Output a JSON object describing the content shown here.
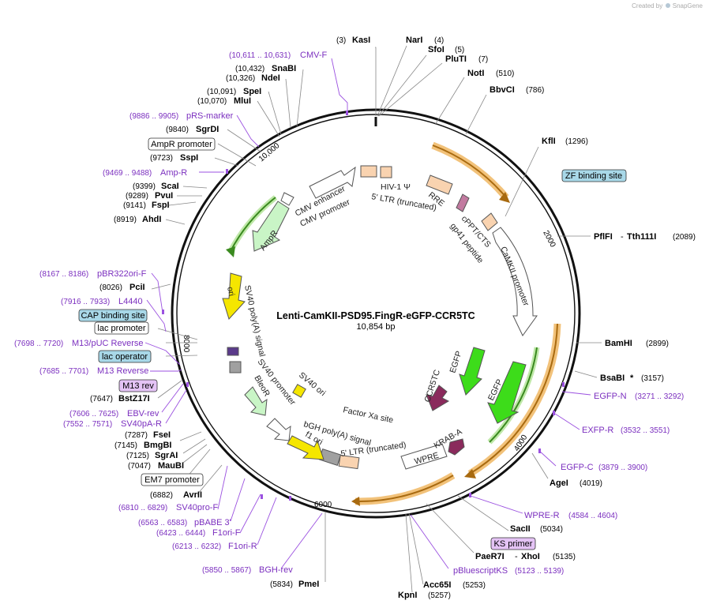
{
  "watermark": {
    "prefix": "Created by",
    "brand": "SnapGene"
  },
  "plasmid": {
    "name": "Lenti-CamKII-PSD95.FingR-eGFP-CCR5TC",
    "size": "10,854 bp"
  },
  "ticks": [
    "2000",
    "4000",
    "6000",
    "8000",
    "10,000"
  ],
  "boxed_labels": {
    "zf_binding": "ZF binding site",
    "cap_binding": "CAP binding site",
    "lac_operator": "lac operator",
    "m13_rev": "M13 rev",
    "ks_primer": "KS primer",
    "ampr_promoter": "AmpR promoter",
    "lac_promoter": "lac promoter",
    "em7_promoter": "EM7 promoter"
  },
  "sites": {
    "kasi": {
      "pos": "(3)",
      "name": "KasI"
    },
    "nari": {
      "pos": "(4)",
      "name": "NarI"
    },
    "sfoi": {
      "pos": "(5)",
      "name": "SfoI"
    },
    "pluti": {
      "pos": "(7)",
      "name": "PluTI"
    },
    "noti": {
      "pos": "(510)",
      "name": "NotI"
    },
    "bbvci": {
      "pos": "(786)",
      "name": "BbvCI"
    },
    "kfli": {
      "pos": "(1296)",
      "name": "KflI"
    },
    "pflfi": {
      "pos": "(2089)",
      "name": "PflFI",
      "name2": "Tth111I"
    },
    "bamhi": {
      "pos": "(2899)",
      "name": "BamHI"
    },
    "bsabi": {
      "pos": "(3157)",
      "name": "BsaBI",
      "star": "*"
    },
    "agei": {
      "pos": "(4019)",
      "name": "AgeI"
    },
    "sacii": {
      "pos": "(5034)",
      "name": "SacII"
    },
    "paer7i": {
      "pos": "(5135)",
      "name": "PaeR7I",
      "name2": "XhoI"
    },
    "acc65i": {
      "pos": "(5253)",
      "name": "Acc65I"
    },
    "kpni": {
      "pos": "(5257)",
      "name": "KpnI"
    },
    "pmei": {
      "pos": "(5834)",
      "name": "PmeI"
    },
    "avrii": {
      "pos": "(6882)",
      "name": "AvrII"
    },
    "maubi": {
      "pos": "(7047)",
      "name": "MauBI"
    },
    "sgrai": {
      "pos": "(7125)",
      "name": "SgrAI"
    },
    "bmgbi": {
      "pos": "(7145)",
      "name": "BmgBI"
    },
    "fsei": {
      "pos": "(7287)",
      "name": "FseI"
    },
    "bstz17i": {
      "pos": "(7647)",
      "name": "BstZ17I"
    },
    "pcii": {
      "pos": "(8026)",
      "name": "PciI"
    },
    "ahdi": {
      "pos": "(8919)",
      "name": "AhdI"
    },
    "fspi": {
      "pos": "(9141)",
      "name": "FspI"
    },
    "pvui": {
      "pos": "(9289)",
      "name": "PvuI"
    },
    "scai": {
      "pos": "(9399)",
      "name": "ScaI"
    },
    "sspi": {
      "pos": "(9723)",
      "name": "SspI"
    },
    "sgrdi": {
      "pos": "(9840)",
      "name": "SgrDI"
    },
    "mlui": {
      "pos": "(10,070)",
      "name": "MluI"
    },
    "spei": {
      "pos": "(10,091)",
      "name": "SpeI"
    },
    "ndei": {
      "pos": "(10,326)",
      "name": "NdeI"
    },
    "snabi": {
      "pos": "(10,432)",
      "name": "SnaBI"
    }
  },
  "primers": {
    "cmvf": {
      "pos": "(10,611 .. 10,631)",
      "name": "CMV-F"
    },
    "prs": {
      "pos": "(9886 .. 9905)",
      "name": "pRS-marker"
    },
    "ampr": {
      "pos": "(9469 .. 9488)",
      "name": "Amp-R"
    },
    "pbr322": {
      "pos": "(8167 .. 8186)",
      "name": "pBR322ori-F"
    },
    "l4440": {
      "pos": "(7916 .. 7933)",
      "name": "L4440"
    },
    "m13puc": {
      "pos": "(7698 .. 7720)",
      "name": "M13/pUC Reverse"
    },
    "m13rev": {
      "pos": "(7685 .. 7701)",
      "name": "M13 Reverse"
    },
    "ebv": {
      "pos": "(7606 .. 7625)",
      "name": "EBV-rev"
    },
    "sv40pa": {
      "pos": "(7552 .. 7571)",
      "name": "SV40pA-R"
    },
    "sv40pro": {
      "pos": "(6810 .. 6829)",
      "name": "SV40pro-F"
    },
    "pbabe": {
      "pos": "(6563 .. 6583)",
      "name": "pBABE 3'"
    },
    "f1orif": {
      "pos": "(6423 .. 6444)",
      "name": "F1ori-F"
    },
    "f1orir": {
      "pos": "(6213 .. 6232)",
      "name": "F1ori-R"
    },
    "bghrev": {
      "pos": "(5850 .. 5867)",
      "name": "BGH-rev"
    },
    "egfpn": {
      "name": "EGFP-N",
      "pos": "(3271 .. 3292)"
    },
    "exfpr": {
      "name": "EXFP-R",
      "pos": "(3532 .. 3551)"
    },
    "egfpc": {
      "name": "EGFP-C",
      "pos": "(3879 .. 3900)"
    },
    "wprer": {
      "name": "WPRE-R",
      "pos": "(4584 .. 4604)"
    },
    "pbluescript": {
      "name": "pBluescriptKS",
      "pos": "(5123 .. 5139)"
    }
  },
  "features": {
    "cmv_enhancer": "CMV enhancer",
    "cmv_promoter": "CMV promoter",
    "hiv_psi": "HIV-1 Ψ",
    "ltr5": "5' LTR (truncated)",
    "rre": "RRE",
    "cppt": "cPPT/CTS",
    "gp41": "gp41 peptide",
    "camkii": "CaMKII promoter",
    "egfp_outer": "EGFP",
    "egfp_inner": "EGFP",
    "ccr5tc": "CCR5TC",
    "kraba": "KRAB-A",
    "wpre": "WPRE",
    "factor_xa": "Factor Xa site",
    "ltr5b": "5' LTR (truncated)",
    "bgh": "bGH poly(A) signal",
    "f1ori": "f1 ori",
    "sv40ori": "SV40 ori",
    "sv40prom": "SV40 promoter",
    "bler": "BleoR",
    "sv40pa": "SV40 poly(A) signal",
    "ori": "ori",
    "ampr": "AmpR"
  },
  "colors": {
    "purple": "#9b51e0",
    "green": "#3ddc1a",
    "orange": "#d98a1f",
    "magenta": "#8a2a5c",
    "yellow": "#f5e600",
    "peach": "#f9d3b0",
    "lightgreen": "#c9f5c6",
    "boxblue": "#a8d8e8",
    "boxpurple": "#e4c3f5"
  }
}
